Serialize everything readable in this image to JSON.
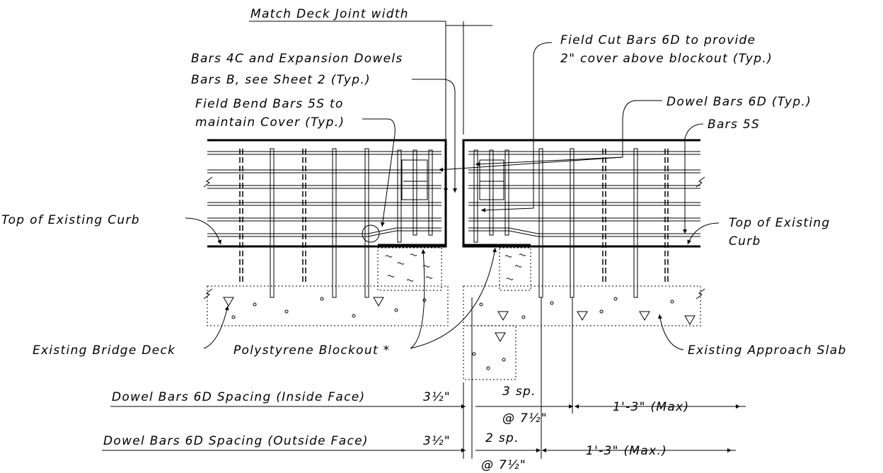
{
  "labels": {
    "match_deck_joint_width": "Match Deck Joint width",
    "bars_4c_line1": "Bars 4C and Expansion Dowels",
    "bars_4c_line2": "Bars B, see Sheet 2 (Typ.)",
    "field_bend_line1": "Field Bend Bars 5S to",
    "field_bend_line2": "maintain Cover (Typ.)",
    "field_cut_line1": "Field Cut Bars 6D to provide",
    "field_cut_line2": "2\" cover above blockout (Typ.)",
    "dowel_bars_6d": "Dowel Bars 6D (Typ.)",
    "bars_5s": "Bars 5S",
    "top_existing_curb_left": "Top of Existing Curb",
    "top_existing_curb_right_line1": "Top of Existing",
    "top_existing_curb_right_line2": "Curb",
    "existing_bridge_deck": "Existing Bridge Deck",
    "polystyrene_blockout": "Polystyrene Blockout *",
    "existing_approach_slab": "Existing Approach Slab"
  },
  "dimensions": {
    "inside_face": {
      "label": "Dowel Bars 6D Spacing (Inside Face)",
      "first": "3½\"",
      "count": "3 sp.",
      "spacing": "@ 7½\"",
      "max": "1'-3\" (Max)"
    },
    "outside_face": {
      "label": "Dowel Bars 6D Spacing (Outside Face)",
      "first": "3½\"",
      "count": "2 sp.",
      "spacing": "@ 7½\"",
      "max": "1'-3\" (Max.)"
    }
  }
}
